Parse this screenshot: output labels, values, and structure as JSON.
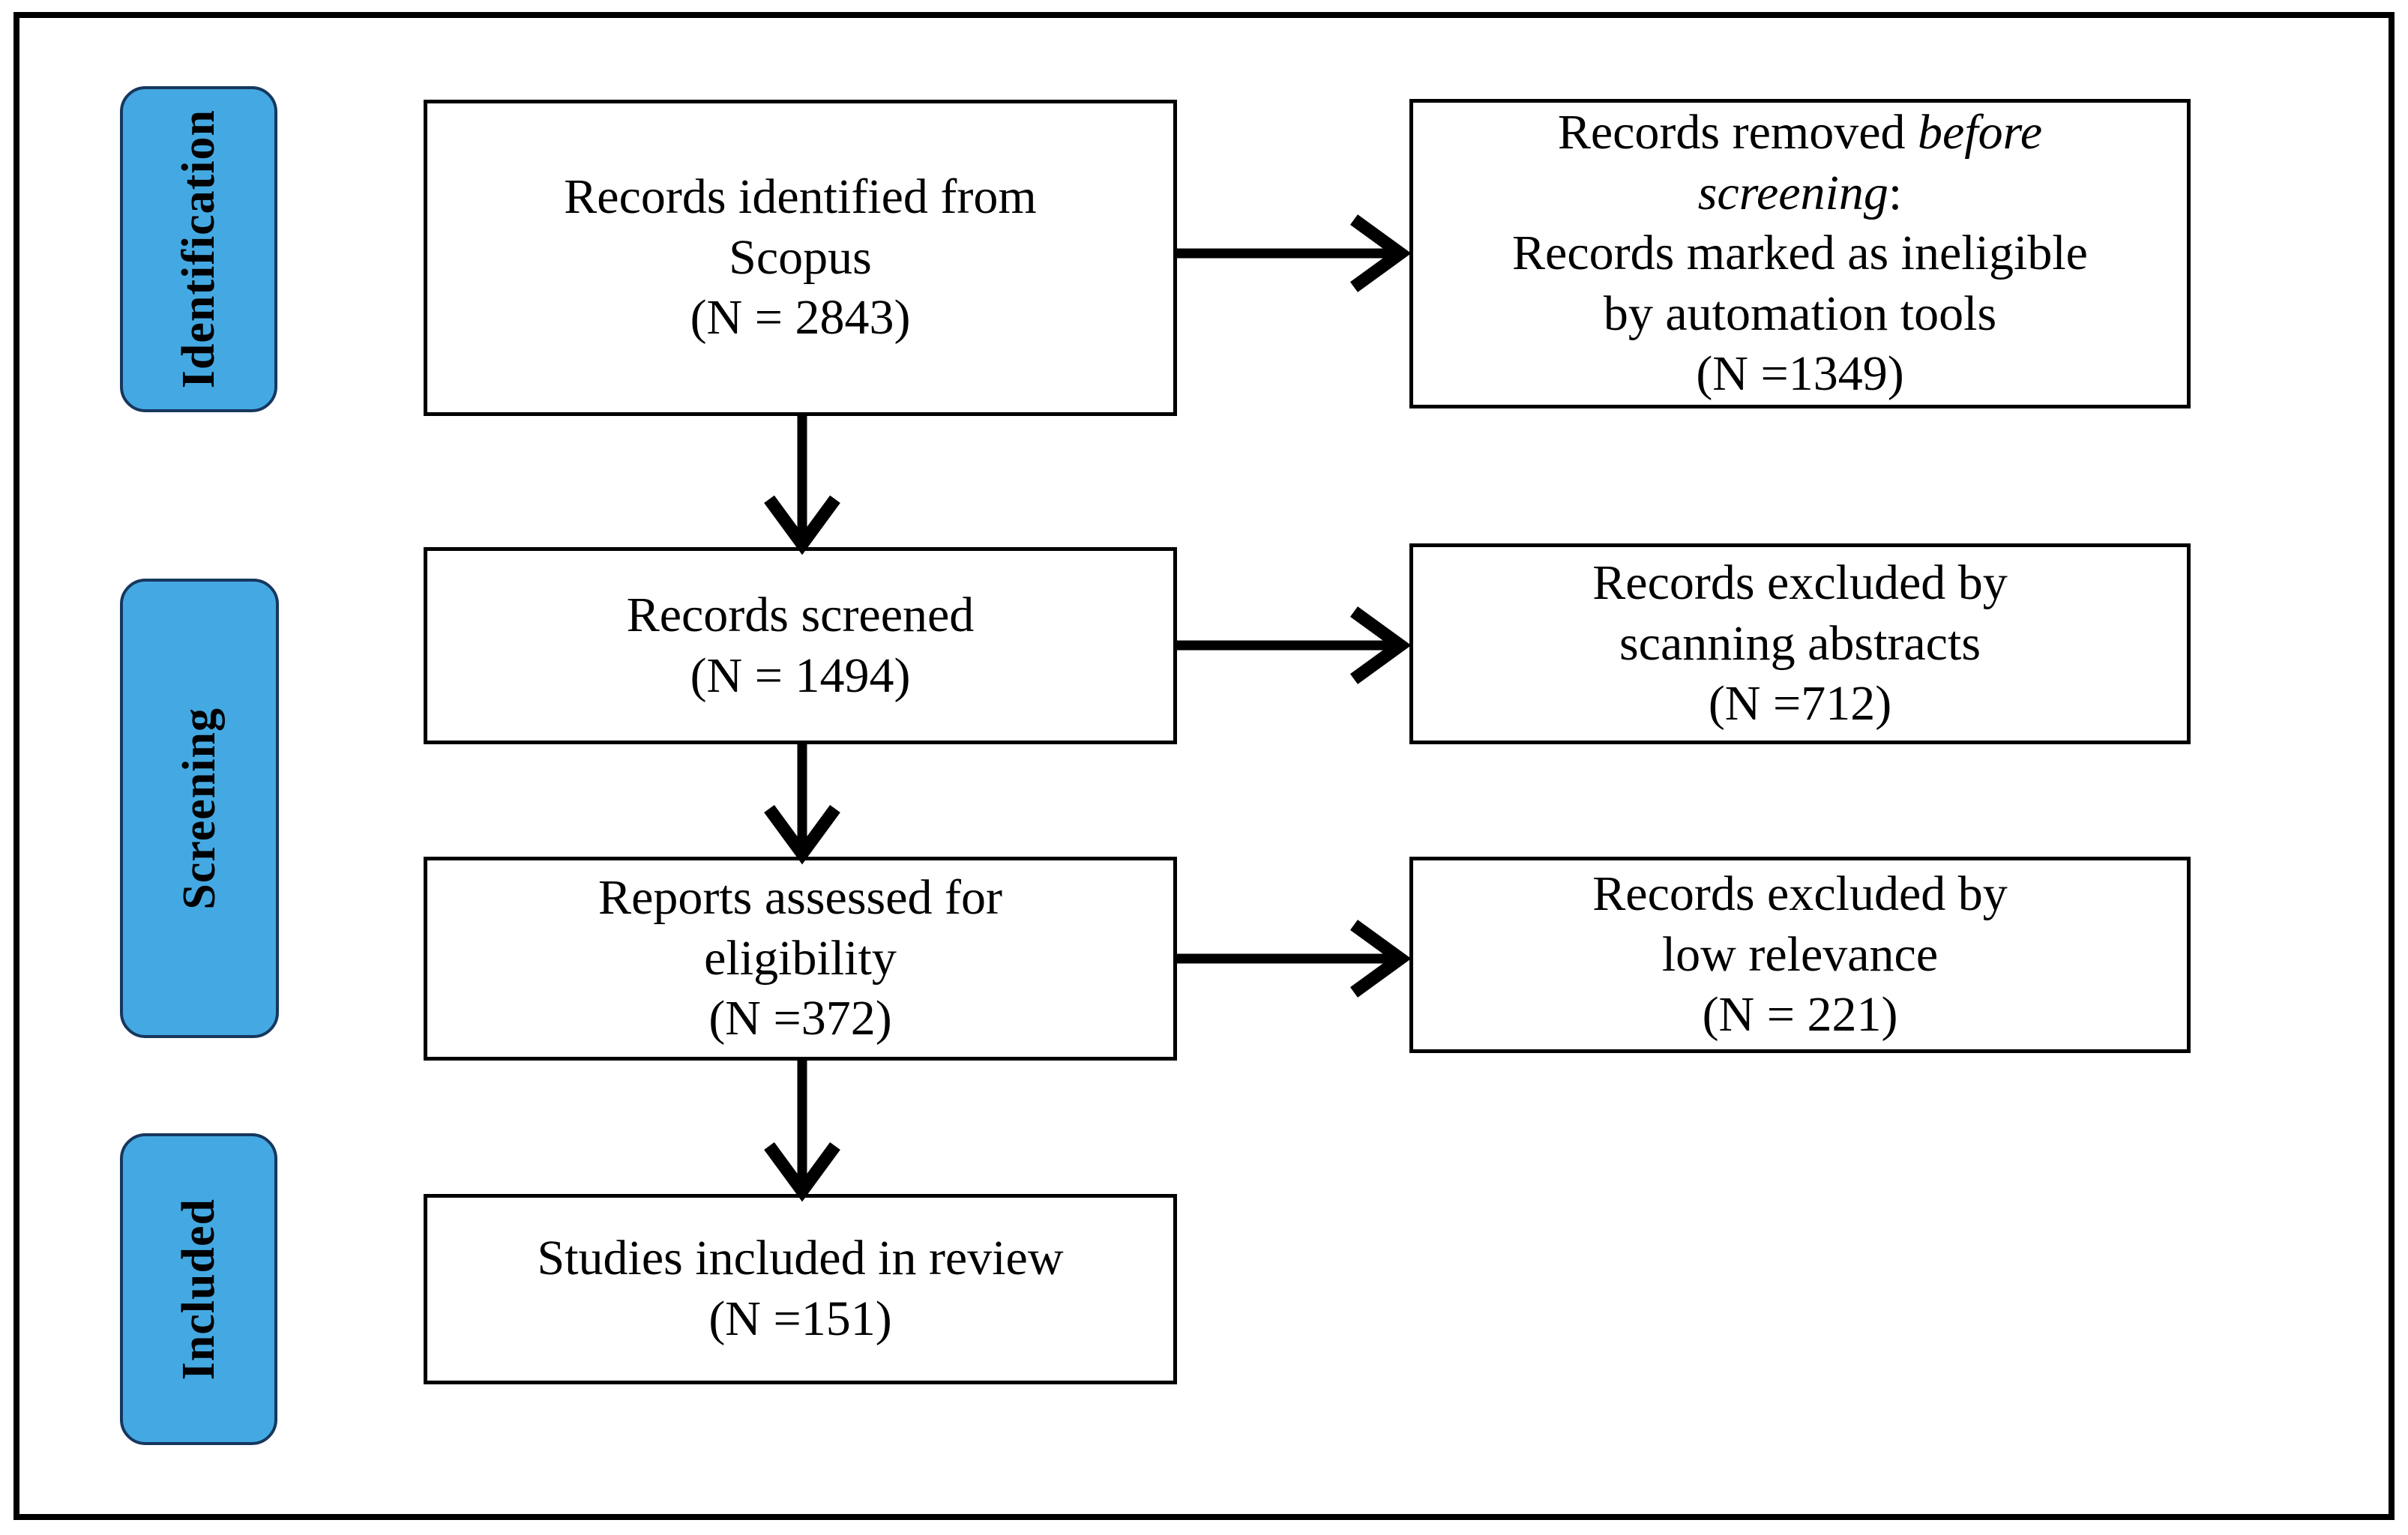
{
  "diagram": {
    "kind": "PRISMA-style systematic review flow diagram",
    "stages": {
      "identification": "Identification",
      "screening": "Screening",
      "included": "Included"
    },
    "boxes": {
      "records_identified": {
        "line1": "Records identified from",
        "line2": "Scopus",
        "line3": "(N = 2843)"
      },
      "records_removed": {
        "line1_plain": "Records removed ",
        "line1_italic": "before",
        "line2_italic": "screening",
        "line2_plain": ":",
        "line3": "Records marked as ineligible",
        "line4": "by automation tools",
        "line5": "(N =1349)"
      },
      "records_screened": {
        "line1": "Records screened",
        "line2": "(N = 1494)"
      },
      "excluded_abstracts": {
        "line1": "Records excluded by",
        "line2": "scanning abstracts",
        "line3": "(N =712)"
      },
      "reports_assessed": {
        "line1": "Reports assessed for",
        "line2": "eligibility",
        "line3": "(N =372)"
      },
      "excluded_relevance": {
        "line1": "Records excluded by",
        "line2": "low relevance",
        "line3": "(N = 221)"
      },
      "studies_included": {
        "line1": "Studies included in review",
        "line2": "(N =151)"
      }
    },
    "counts": {
      "identified": 2843,
      "removed_before_screening": 1349,
      "screened": 1494,
      "excluded_by_abstracts": 712,
      "assessed_for_eligibility": 372,
      "excluded_low_relevance": 221,
      "included_in_review": 151
    },
    "colors": {
      "stage_fill": "#44A9E2",
      "stage_border": "#17375E",
      "box_border": "#000000",
      "arrow": "#000000",
      "background": "#FFFFFF"
    }
  }
}
